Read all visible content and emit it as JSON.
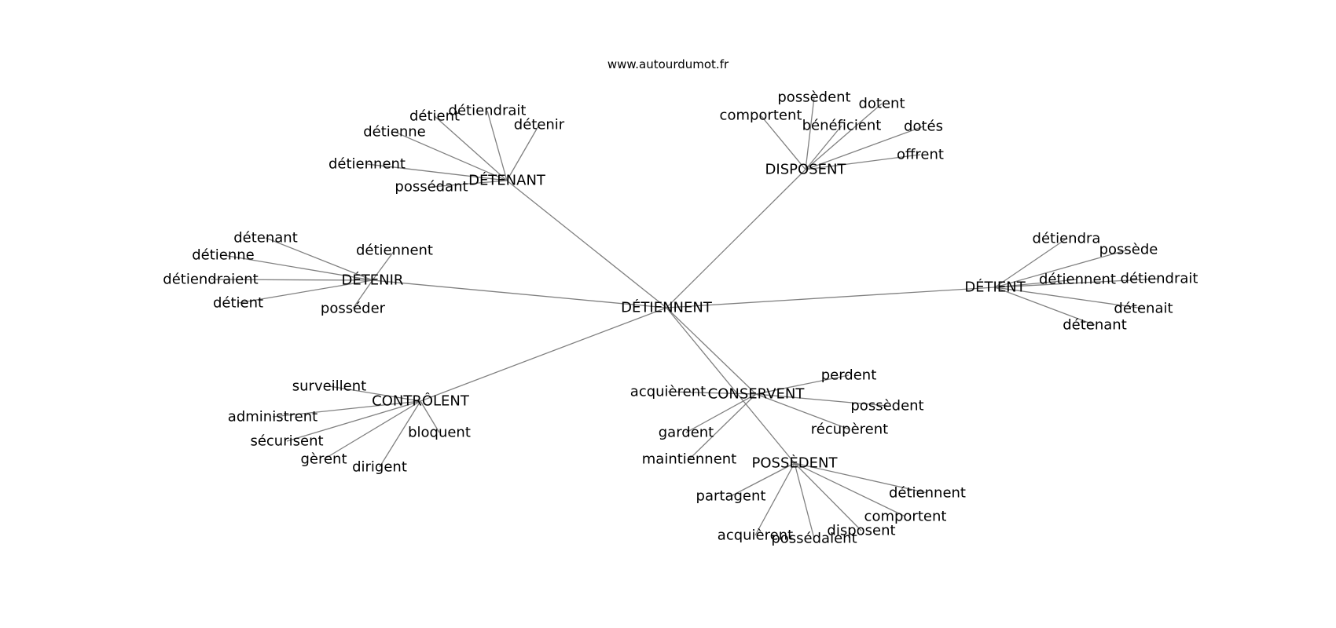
{
  "site": "www.autourdumot.fr",
  "graph": {
    "center": "DÉTIENNENT",
    "hubs": [
      {
        "label": "DÉTENANT",
        "leaves": [
          "détiendrait",
          "détient",
          "détenir",
          "détienne",
          "détiennent",
          "possédant"
        ]
      },
      {
        "label": "DISPOSENT",
        "leaves": [
          "possèdent",
          "dotent",
          "comportent",
          "bénéficient",
          "dotés",
          "offrent"
        ]
      },
      {
        "label": "DÉTENIR",
        "leaves": [
          "détenant",
          "détiennent",
          "détienne",
          "détiendraient",
          "détient",
          "posséder"
        ]
      },
      {
        "label": "DÉTIENT",
        "leaves": [
          "détiendra",
          "possède",
          "détiennent",
          "détiendrait",
          "détenait",
          "détenant"
        ]
      },
      {
        "label": "CONTRÔLENT",
        "leaves": [
          "surveillent",
          "administrent",
          "sécurisent",
          "bloquent",
          "gèrent",
          "dirigent"
        ]
      },
      {
        "label": "CONSERVENT",
        "leaves": [
          "perdent",
          "acquièrent",
          "possèdent",
          "récupèrent",
          "gardent",
          "maintiennent"
        ]
      },
      {
        "label": "POSSÈDENT",
        "leaves": [
          "partagent",
          "détiennent",
          "comportent",
          "disposent",
          "acquièrent",
          "possédaient"
        ]
      }
    ]
  }
}
